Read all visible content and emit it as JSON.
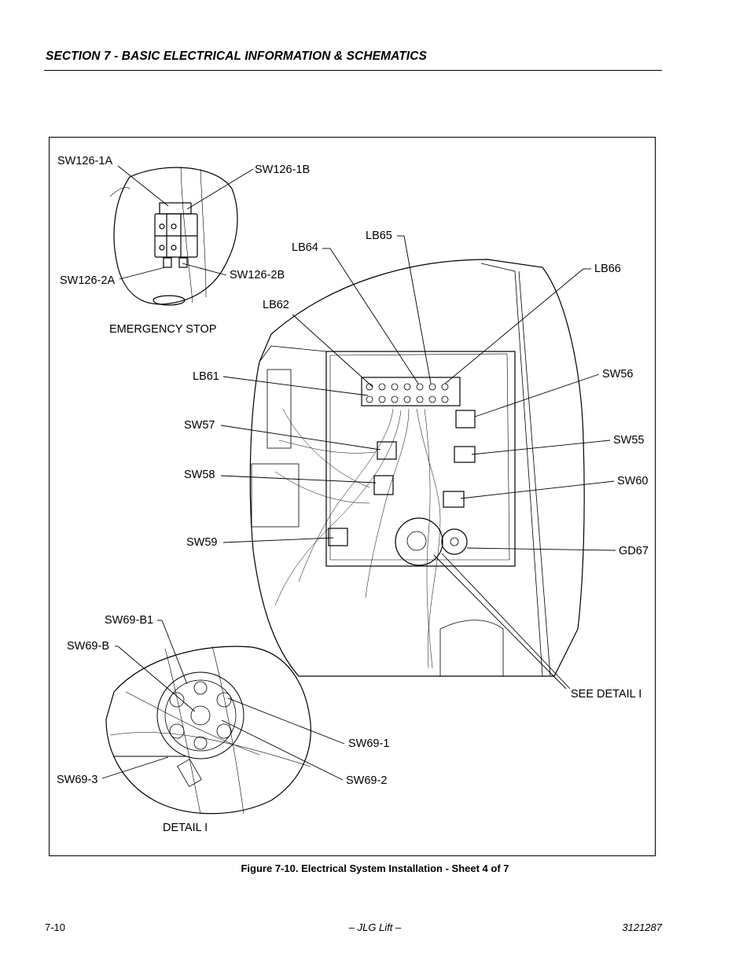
{
  "header": {
    "section_title": "SECTION 7 - BASIC ELECTRICAL INFORMATION & SCHEMATICS"
  },
  "figure": {
    "labels": {
      "sw126_1a": "SW126-1A",
      "sw126_1b": "SW126-1B",
      "sw126_2a": "SW126-2A",
      "sw126_2b": "SW126-2B",
      "emergency_stop": "EMERGENCY STOP",
      "lb65": "LB65",
      "lb64": "LB64",
      "lb66": "LB66",
      "lb62": "LB62",
      "lb61": "LB61",
      "sw56": "SW56",
      "sw57": "SW57",
      "sw55": "SW55",
      "sw58": "SW58",
      "sw60": "SW60",
      "sw59": "SW59",
      "gd67": "GD67",
      "sw69_b1": "SW69-B1",
      "sw69_b": "SW69-B",
      "see_detail_i": "SEE DETAIL I",
      "sw69_1": "SW69-1",
      "sw69_3": "SW69-3",
      "sw69_2": "SW69-2",
      "detail_i": "DETAIL I"
    },
    "caption": "Figure 7-10.  Electrical System Installation - Sheet 4 of 7"
  },
  "footer": {
    "page_number": "7-10",
    "brand": "– JLG Lift –",
    "doc_number": "3121287"
  }
}
